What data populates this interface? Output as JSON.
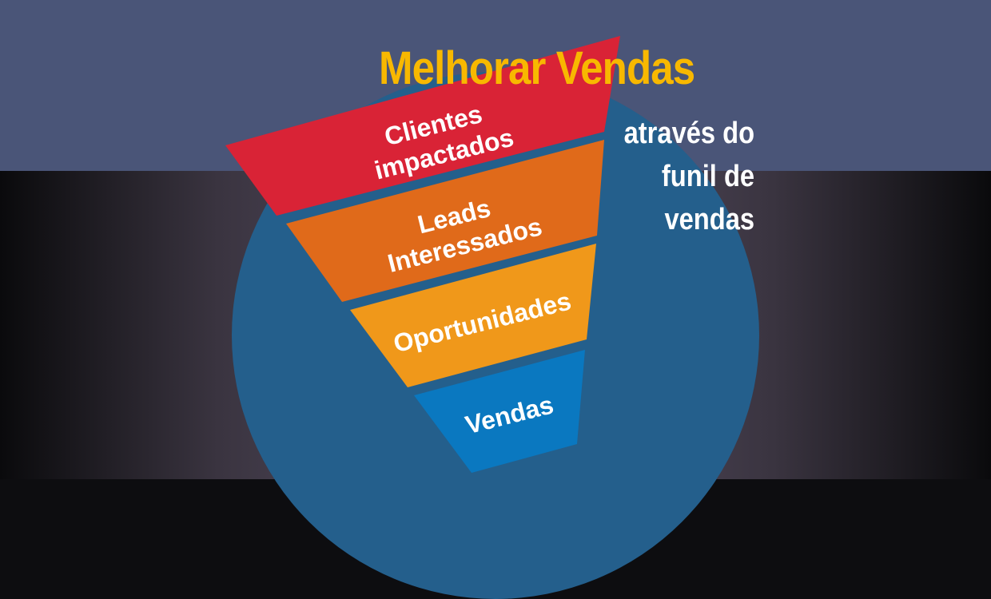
{
  "title": "Melhorar Vendas",
  "subtitle_lines": [
    "através do",
    "funil de",
    "vendas"
  ],
  "funnel": [
    {
      "lines": [
        "Clientes",
        "impactados"
      ],
      "color": "#d92336"
    },
    {
      "lines": [
        "Leads",
        "Interessados"
      ],
      "color": "#e06a1a"
    },
    {
      "lines": [
        "Oportunidades"
      ],
      "color": "#f0981a"
    },
    {
      "lines": [
        "Vendas"
      ],
      "color": "#0a78c0"
    }
  ],
  "colors": {
    "title": "#f8b800",
    "circle": "#245f8c",
    "top_band": "#4a5578"
  }
}
